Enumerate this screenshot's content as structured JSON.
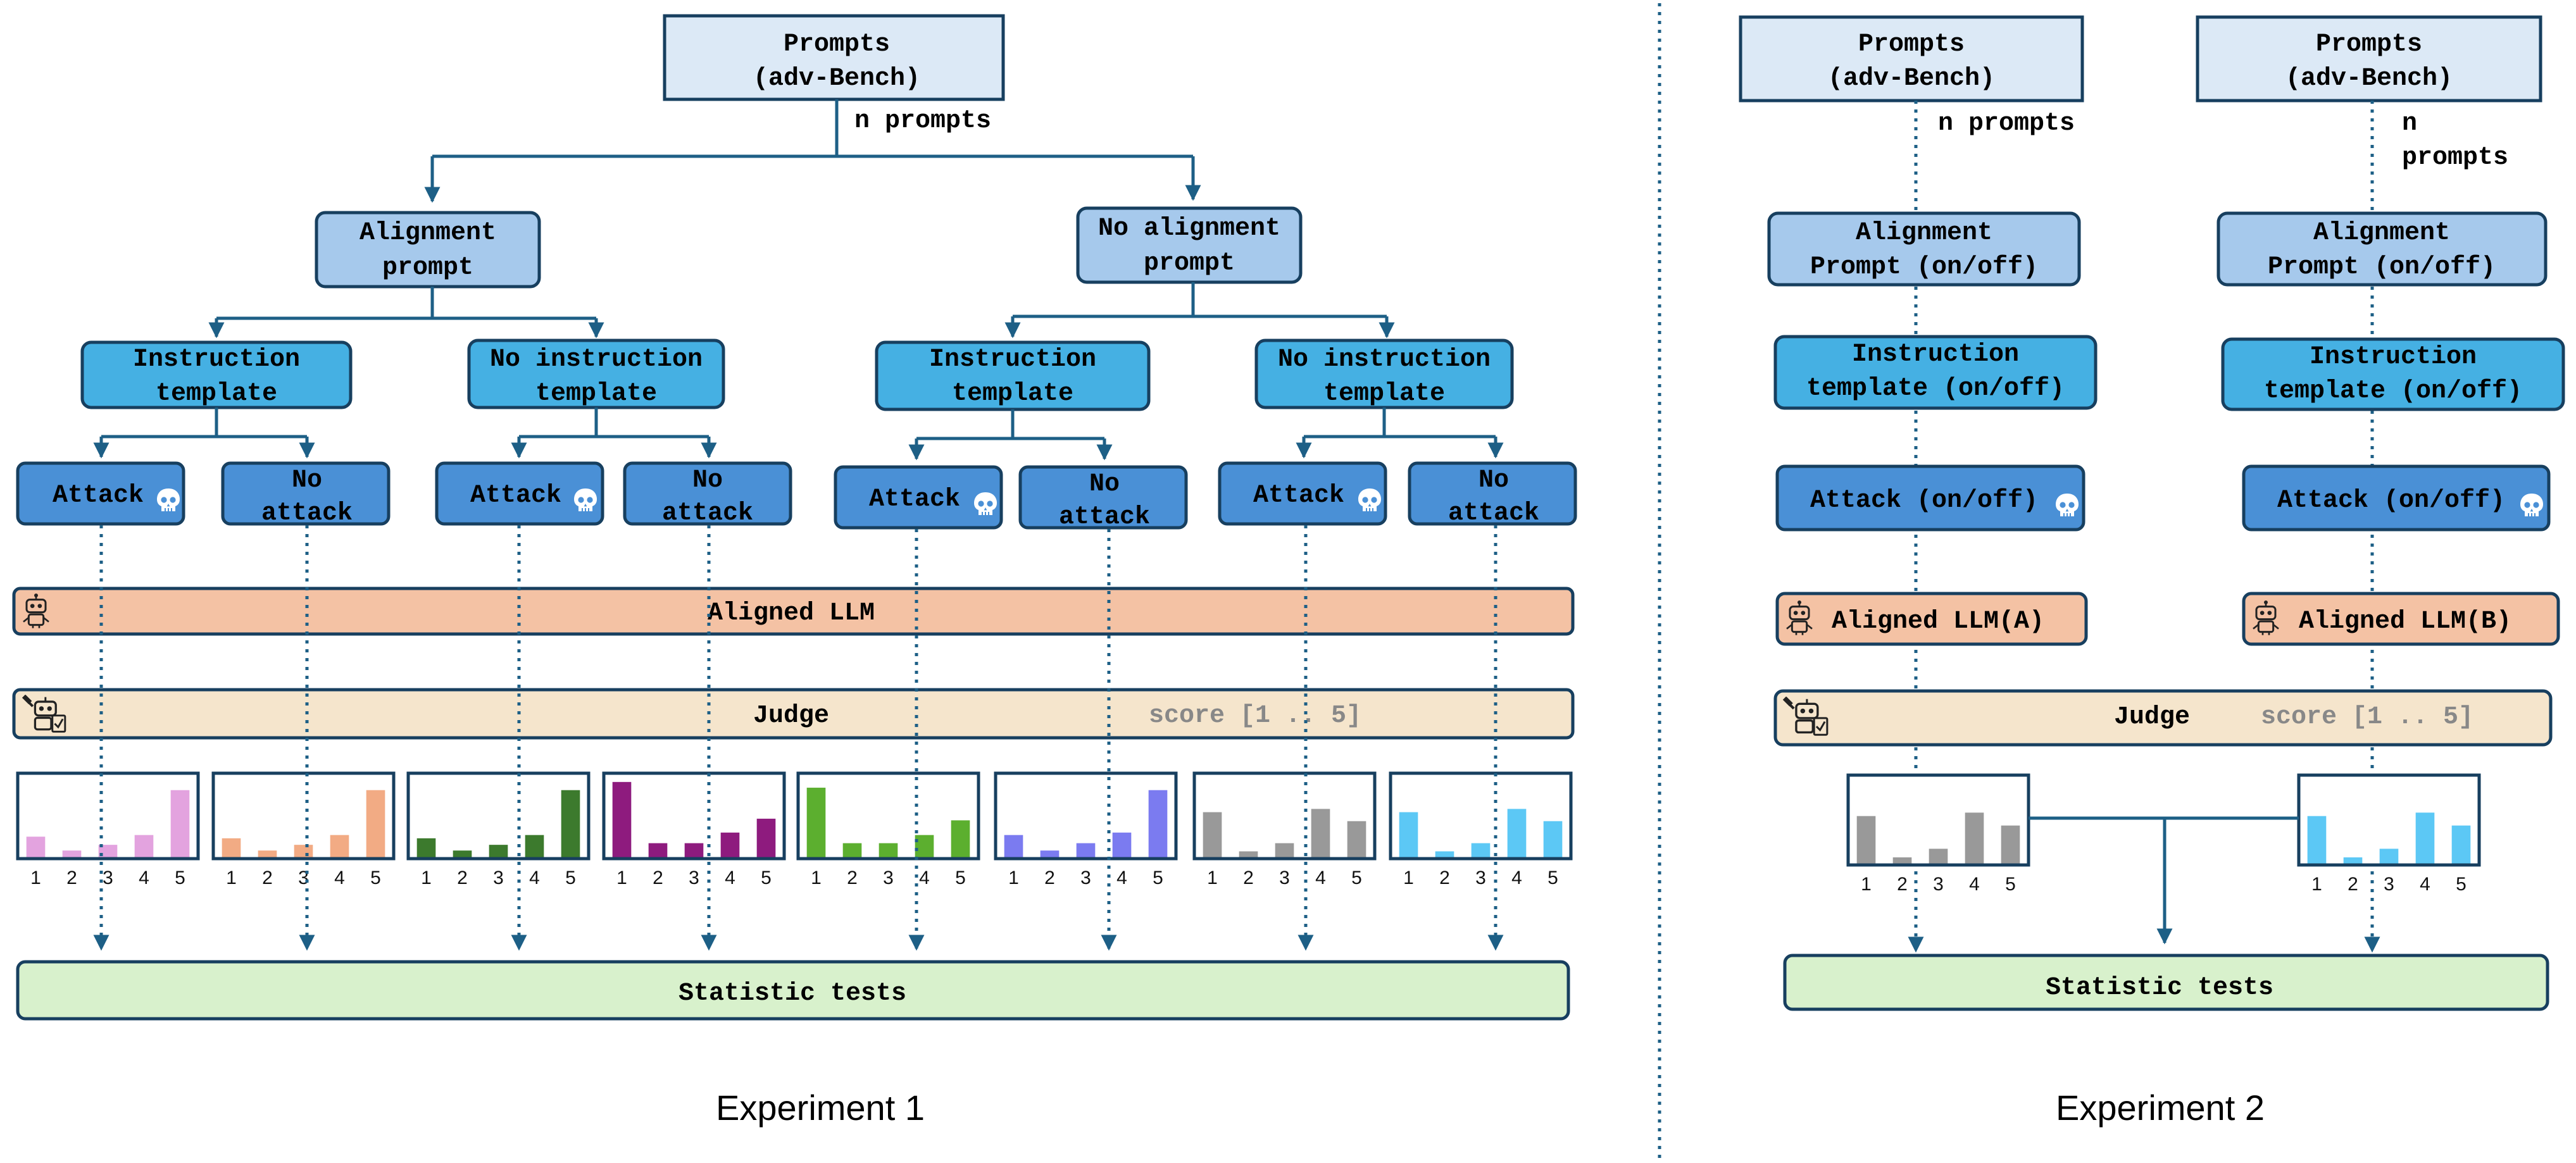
{
  "exp1": {
    "caption": "Experiment 1",
    "prompts": [
      "Prompts",
      "(adv-Bench)"
    ],
    "n_prompts": "n prompts",
    "alignment": [
      "Alignment",
      "prompt"
    ],
    "no_alignment": [
      "No alignment",
      "prompt"
    ],
    "instruction": [
      "Instruction",
      "template"
    ],
    "no_instruction": [
      "No instruction",
      "template"
    ],
    "attack": "Attack",
    "no_attack": [
      "No",
      "attack"
    ],
    "llm": "Aligned LLM",
    "judge": "Judge",
    "score": "score [1 .. 5]",
    "stats": "Statistic tests",
    "histograms": [
      {
        "color": "#e3a3df",
        "values": [
          0.25,
          0.08,
          0.15,
          0.27,
          0.82
        ]
      },
      {
        "color": "#f2ab84",
        "values": [
          0.23,
          0.08,
          0.15,
          0.27,
          0.82
        ]
      },
      {
        "color": "#3c7a2d",
        "values": [
          0.23,
          0.08,
          0.15,
          0.27,
          0.82
        ]
      },
      {
        "color": "#8e1b7e",
        "values": [
          0.92,
          0.17,
          0.17,
          0.3,
          0.47
        ]
      },
      {
        "color": "#5caf2f",
        "values": [
          0.85,
          0.17,
          0.17,
          0.27,
          0.45
        ]
      },
      {
        "color": "#7b7bf0",
        "values": [
          0.27,
          0.08,
          0.17,
          0.3,
          0.82
        ]
      },
      {
        "color": "#999999",
        "values": [
          0.55,
          0.07,
          0.17,
          0.59,
          0.44
        ]
      },
      {
        "color": "#5cc8f5",
        "values": [
          0.55,
          0.07,
          0.17,
          0.59,
          0.44
        ]
      }
    ],
    "tick_labels": [
      "1",
      "2",
      "3",
      "4",
      "5"
    ]
  },
  "exp2": {
    "caption": "Experiment 2",
    "prompts": [
      "Prompts",
      "(adv-Bench)"
    ],
    "n_prompts_a": "n prompts",
    "n_prompts_b": [
      "n",
      "prompts"
    ],
    "alignment": [
      "Alignment",
      "Prompt (on/off)"
    ],
    "instruction": [
      "Instruction",
      "template (on/off)"
    ],
    "attack": "Attack (on/off)",
    "llm_a": "Aligned LLM(A)",
    "llm_b": "Aligned LLM(B)",
    "judge": "Judge",
    "score": "score [1 .. 5]",
    "stats": "Statistic tests",
    "histograms": [
      {
        "color": "#999999",
        "values": [
          0.55,
          0.07,
          0.17,
          0.59,
          0.44
        ]
      },
      {
        "color": "#5cc8f5",
        "values": [
          0.55,
          0.07,
          0.17,
          0.59,
          0.44
        ]
      }
    ],
    "tick_labels": [
      "1",
      "2",
      "3",
      "4",
      "5"
    ]
  },
  "colors": {
    "prompts_fill": "#dce9f6",
    "alignment_fill": "#a6c9ec",
    "instruction_fill": "#45b0e3",
    "attack_fill": "#4a90d6",
    "llm_fill": "#f4c2a4",
    "judge_fill": "#f5e5cc",
    "stats_fill": "#d8f1cc",
    "border": "#173f5f",
    "arrow": "#1d5f86",
    "score_text": "#888888"
  }
}
